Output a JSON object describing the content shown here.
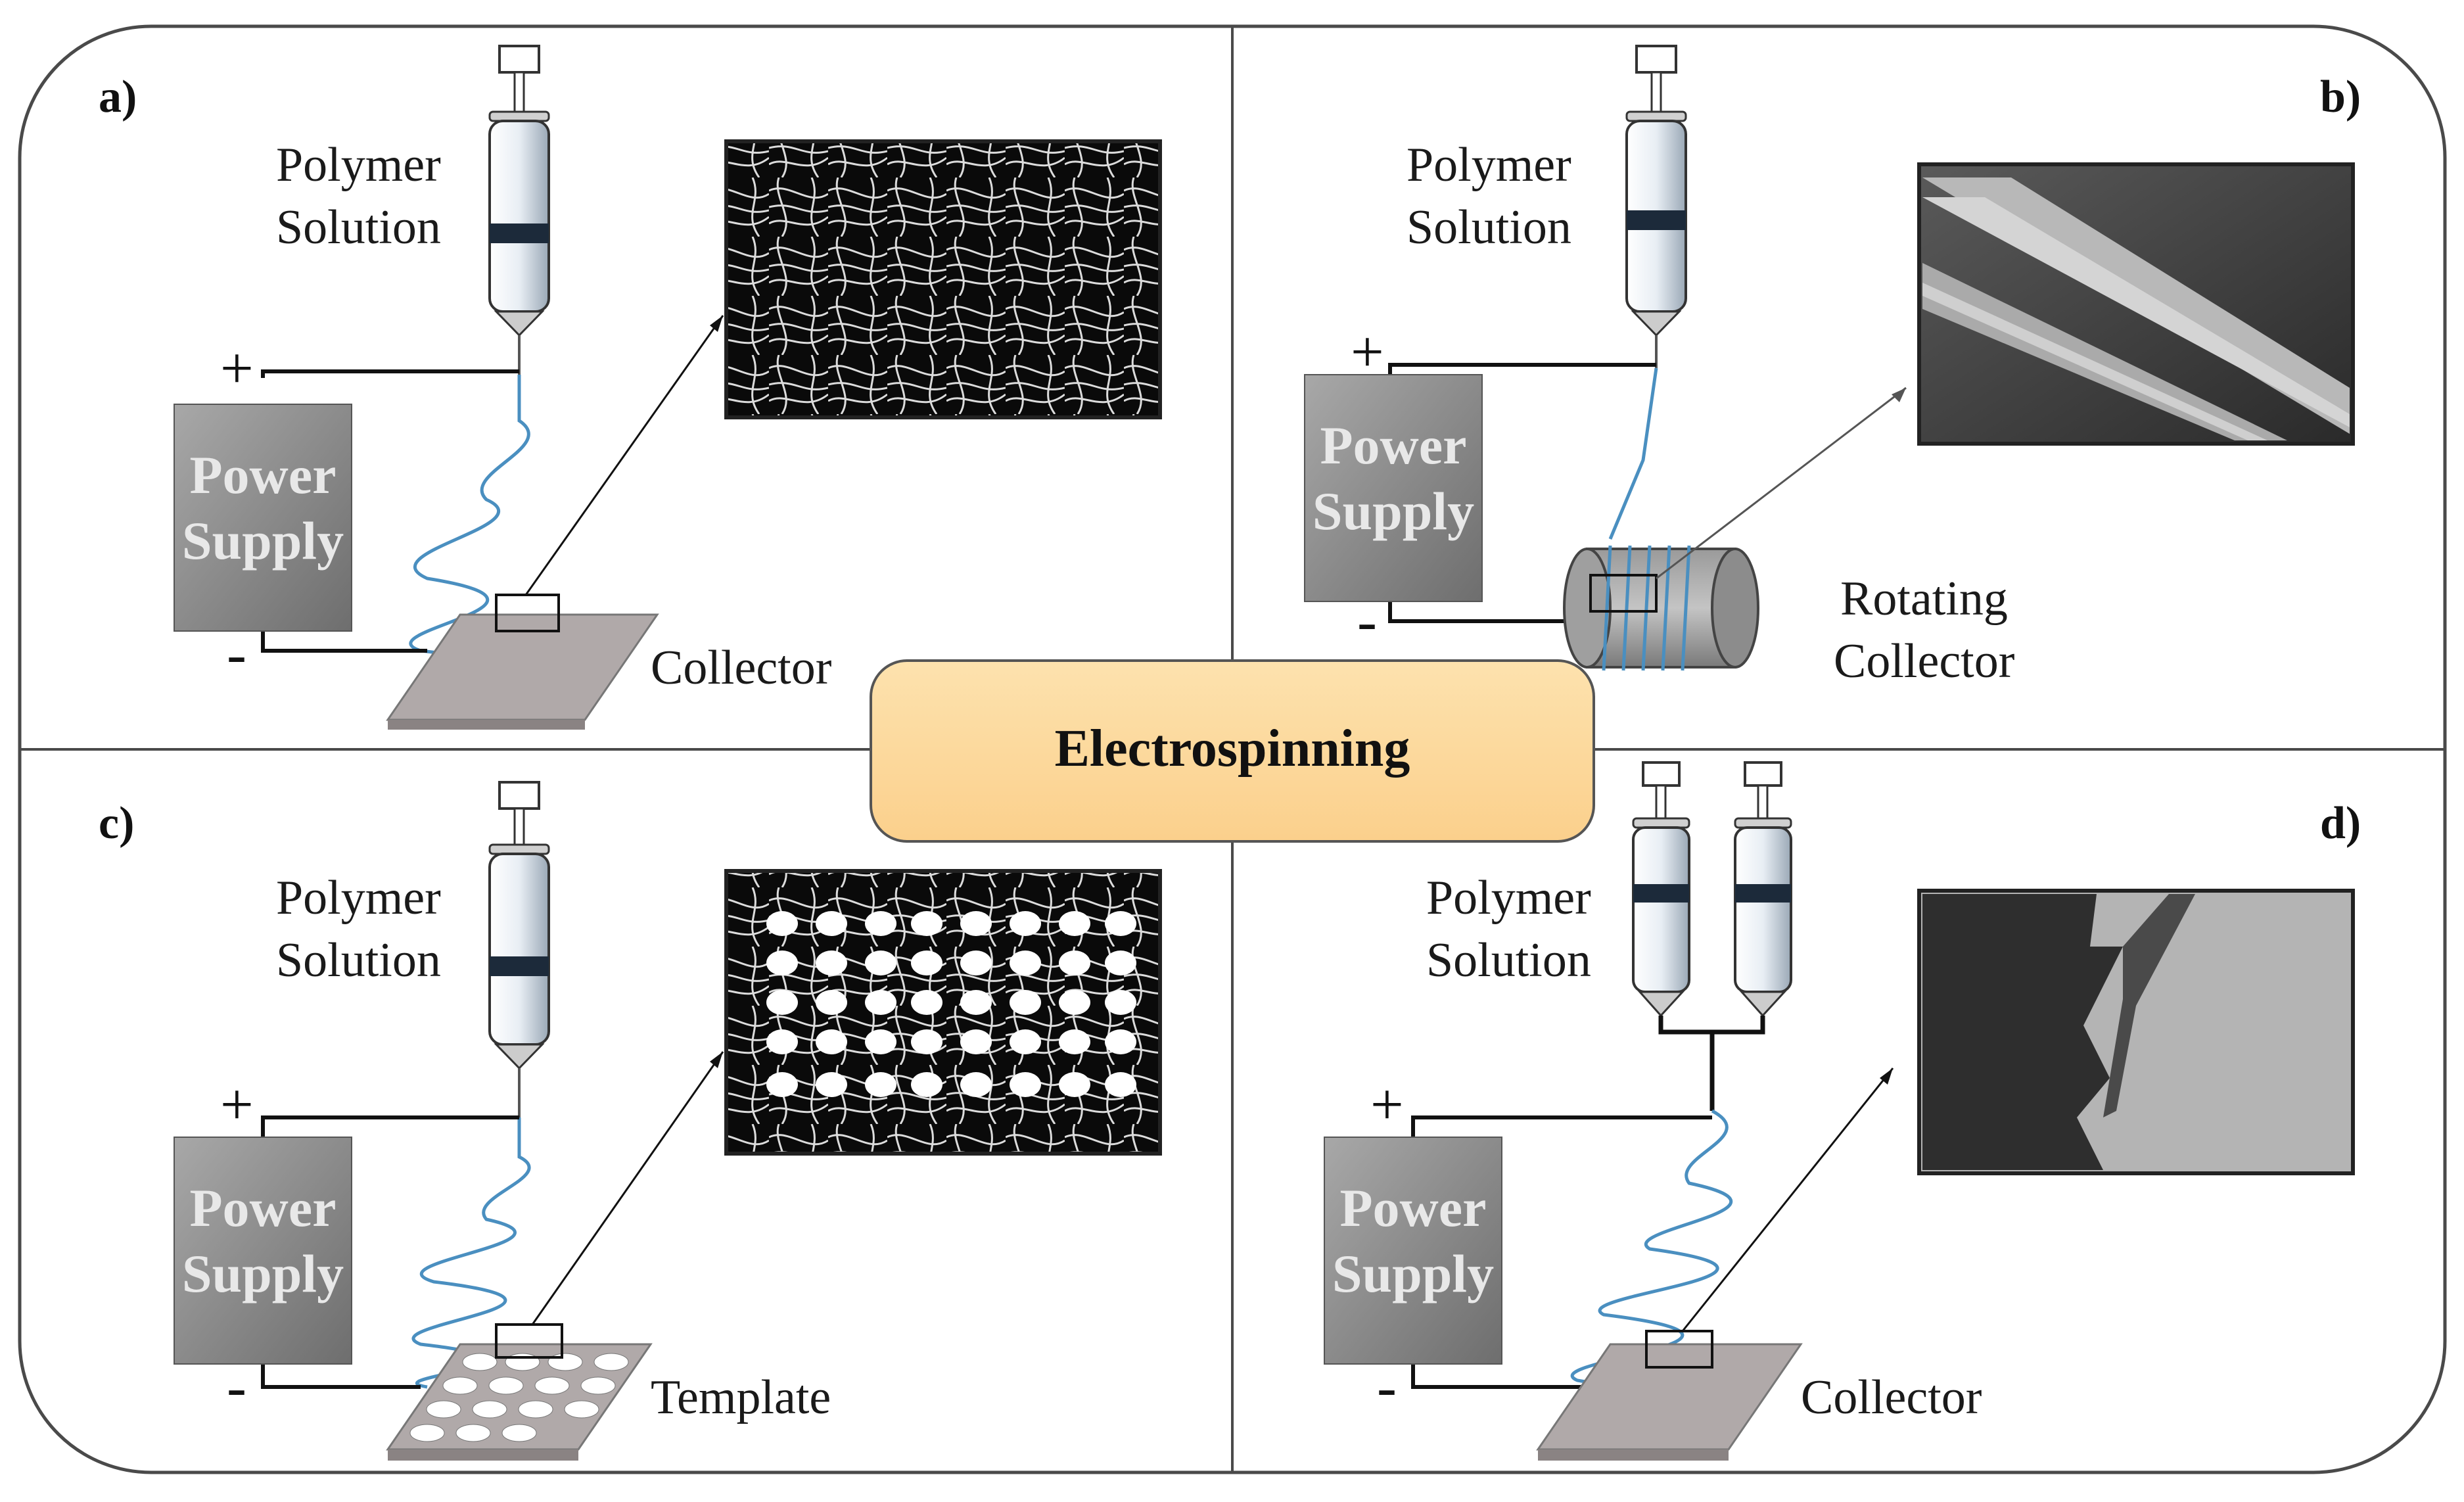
{
  "center": {
    "title": "Electrospinning"
  },
  "panels": [
    {
      "tag": "a)",
      "solution_line1": "Polymer",
      "solution_line2": "Solution",
      "supply_line1": "Power",
      "supply_line2": "Supply",
      "plus": "+",
      "minus": "-",
      "collector_line1": "Collector",
      "collector_line2": ""
    },
    {
      "tag": "b)",
      "solution_line1": "Polymer",
      "solution_line2": "Solution",
      "supply_line1": "Power",
      "supply_line2": "Supply",
      "plus": "+",
      "minus": "-",
      "collector_line1": "Rotating",
      "collector_line2": "Collector"
    },
    {
      "tag": "c)",
      "solution_line1": "Polymer",
      "solution_line2": "Solution",
      "supply_line1": "Power",
      "supply_line2": "Supply",
      "plus": "+",
      "minus": "-",
      "collector_line1": "Template",
      "collector_line2": ""
    },
    {
      "tag": "d)",
      "solution_line1": "Polymer",
      "solution_line2": "Solution",
      "supply_line1": "Power",
      "supply_line2": "Supply",
      "plus": "+",
      "minus": "-",
      "collector_line1": "Collector",
      "collector_line2": ""
    }
  ],
  "colors": {
    "fiber": "#4a8fc0",
    "power_supply": "#8c8c8c",
    "collector": "#b0a9a9",
    "center_box": "#fddca0",
    "frame": "#4a4a4a"
  }
}
